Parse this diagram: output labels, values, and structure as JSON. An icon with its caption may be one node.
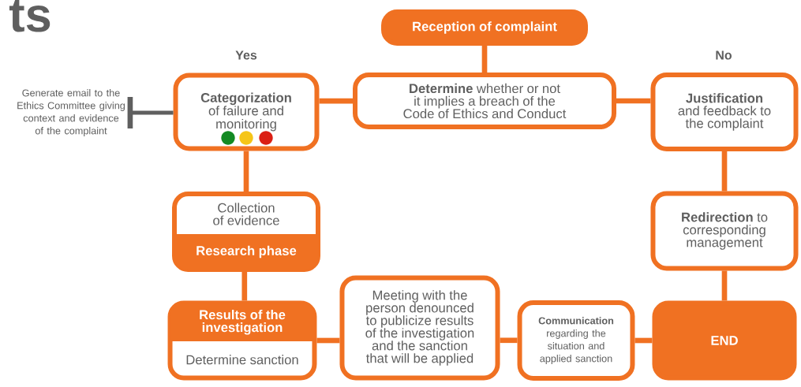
{
  "diagram": {
    "title": "ts",
    "nodes": [
      {
        "text": [
          "Reception of complaint"
        ]
      },
      {
        "text": [
          "Categorization",
          "of failure and monitoring"
        ]
      },
      {
        "text": [
          "**Determine** whether or not it implies a breach of the Code of Ethics and Conduct"
        ]
      },
      {
        "text": [
          "Justification",
          "and feedback to the complaint"
        ]
      },
      {
        "text": [
          "Generate email to the Ethics Committee giving context and evidence of the complaint"
        ]
      },
      {
        "text": [
          "Collection of evidence",
          "Research phase"
        ]
      },
      {
        "text": [
          "Results of the investigation",
          "Determine sanction"
        ]
      },
      {
        "text": [
          "**Redirection** to corresponding management"
        ]
      },
      {
        "text": [
          "Meeting with the person denounced to publicize results of the investigation and the sanction that will be applied"
        ]
      },
      {
        "text": [
          "Communication",
          "regarding the situation and applied sanction"
        ]
      },
      {
        "text": [
          "END"
        ]
      }
    ],
    "edges": [
      {
        "from": 0,
        "to": 2,
        "arrow": "none"
      },
      {
        "from": 2,
        "to": 1,
        "arrow": "none"
      },
      {
        "from": 2,
        "to": 3,
        "arrow": "none"
      },
      {
        "from": 4,
        "to": 1,
        "arrow": "other",
        "color": "#5f5f5f"
      },
      {
        "from": 1,
        "to": 5,
        "arrow": "none"
      },
      {
        "from": 5,
        "to": 6,
        "arrow": "none"
      },
      {
        "from": 6,
        "to": 8,
        "arrow": "none"
      },
      {
        "from": 8,
        "to": 9,
        "arrow": "none"
      },
      {
        "from": 9,
        "to": 10,
        "arrow": "none"
      },
      {
        "from": 3,
        "to": 7,
        "arrow": "none"
      },
      {
        "from": 7,
        "to": 10,
        "arrow": "none"
      }
    ],
    "labels": [
      "Yes",
      "No"
    ]
  }
}
